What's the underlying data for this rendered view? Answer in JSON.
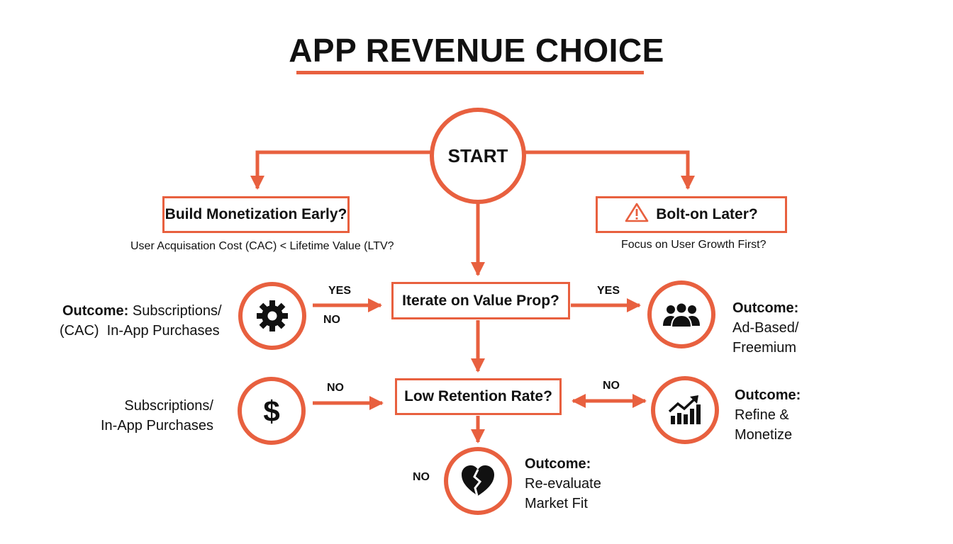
{
  "title": "APP REVENUE CHOICE",
  "colors": {
    "accent": "#e8603f",
    "text": "#111111",
    "background": "#ffffff"
  },
  "nodes": {
    "start": "START",
    "build_early": "Build Monetization Early?",
    "build_early_sub": "User Acquisation Cost (CAC) < Lifetime Value (LTV?",
    "bolt_on": "Bolt-on Later?",
    "bolt_on_sub": "Focus on User Growth First?",
    "iterate": "Iterate on Value Prop?",
    "low_retention": "Low Retention Rate?"
  },
  "outcomes": {
    "subscriptions_outcome": {
      "prefix": "Outcome:",
      "line1": "Subscriptions/",
      "line2_a": "(CAC)",
      "line2_b": "In-App Purchases",
      "icon": "gear-icon"
    },
    "ad_based": {
      "prefix": "Outcome:",
      "line1": "Ad-Based/",
      "line2": "Freemium",
      "icon": "users-icon"
    },
    "subscriptions_plain": {
      "line1": "Subscriptions/",
      "line2": "In-App Purchases",
      "icon": "dollar-icon"
    },
    "refine": {
      "prefix": "Outcome:",
      "line1": "Refine &",
      "line2": "Monetize",
      "icon": "chart-growth-icon"
    },
    "reevaluate": {
      "prefix": "Outcome:",
      "line1": "Re-evaluate",
      "line2": "Market Fit",
      "icon": "broken-heart-icon"
    }
  },
  "edge_labels": {
    "yes_left": "YES",
    "no_left": "NO",
    "yes_right": "YES",
    "no_lower_left": "NO",
    "no_lower_right": "NO",
    "no_bottom": "NO"
  },
  "icons": {
    "warning": "warning-icon"
  }
}
